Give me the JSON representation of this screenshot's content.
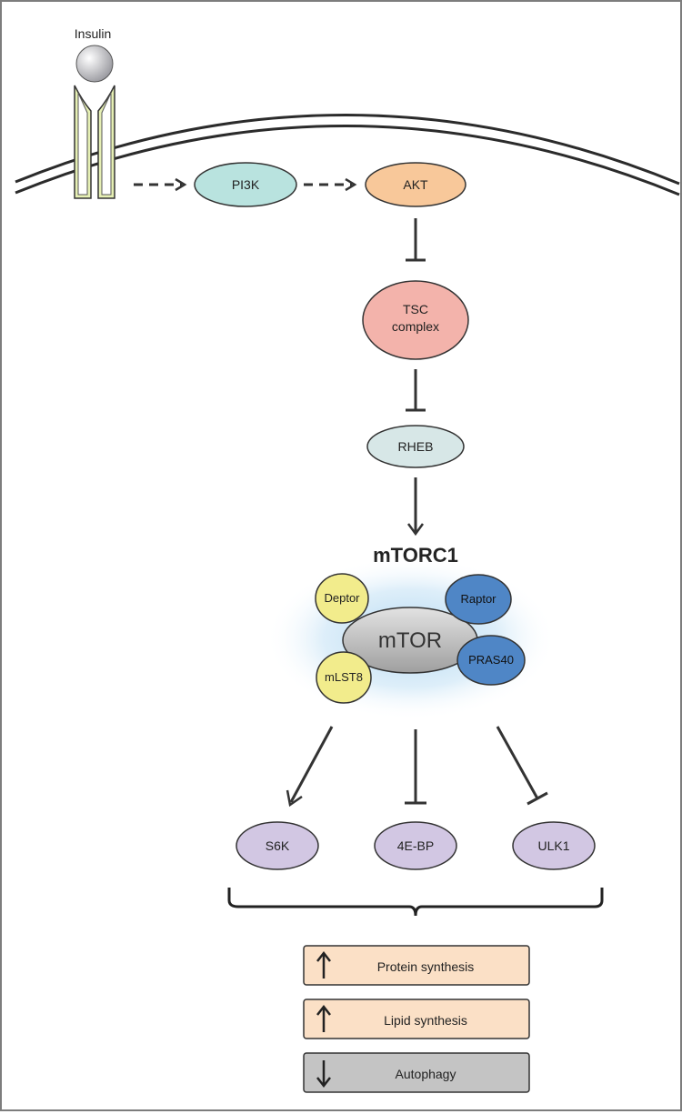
{
  "ligand": {
    "label": "Insulin"
  },
  "nodes": {
    "pi3k": "PI3K",
    "akt": "AKT",
    "tsc_line1": "TSC",
    "tsc_line2": "complex",
    "rheb": "RHEB",
    "complex_title": "mTORC1",
    "mtor": "mTOR",
    "deptor": "Deptor",
    "raptor": "Raptor",
    "mlst8": "mLST8",
    "pras40": "PRAS40",
    "s6k": "S6K",
    "four_ebp": "4E-BP",
    "ulk1": "ULK1"
  },
  "outcomes": [
    {
      "label": "Protein synthesis",
      "direction": "up",
      "color": "#fbe0c6"
    },
    {
      "label": "Lipid synthesis",
      "direction": "up",
      "color": "#fbe0c6"
    },
    {
      "label": "Autophagy",
      "direction": "down",
      "color": "#c4c4c4"
    }
  ],
  "colors": {
    "pi3k": "#b9e3df",
    "akt": "#f8c89a",
    "tsc": "#f3b3ab",
    "rheb": "#d7e7e7",
    "mtor": "#b5b5b5",
    "deptor": "#f2ec8c",
    "raptor": "#4f86c6",
    "pras40": "#4f86c6",
    "mlst8": "#f2ec8c",
    "downstream": "#d2c7e3",
    "receptor": "#e6f0b4",
    "insulin": "#b9b9bd",
    "glow": "#aed6f1"
  }
}
